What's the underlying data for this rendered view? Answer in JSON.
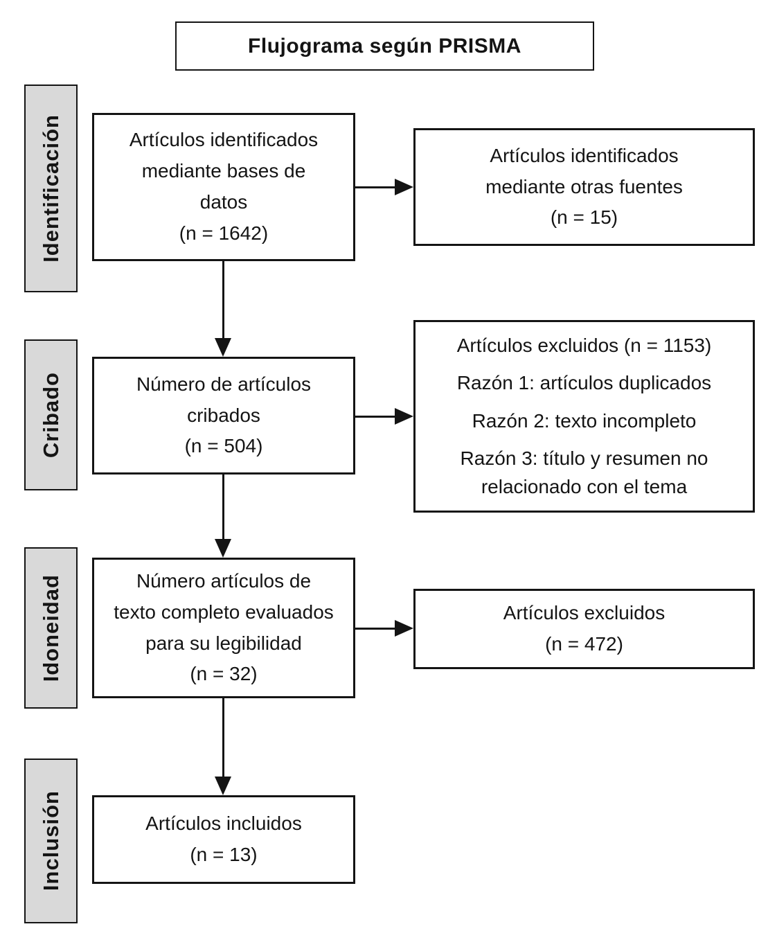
{
  "title": "Flujograma según PRISMA",
  "stages": {
    "identificacion": "Identificación",
    "cribado": "Cribado",
    "idoneidad": "Idoneidad",
    "inclusion": "Inclusión"
  },
  "boxes": {
    "identified_databases": {
      "lines": [
        "Artículos identificados",
        "mediante bases de",
        "datos",
        "(n = 1642)"
      ]
    },
    "identified_other_sources": {
      "lines": [
        "Artículos identificados",
        "mediante otras fuentes",
        "(n = 15)"
      ]
    },
    "screened": {
      "lines": [
        "Número de artículos",
        "cribados",
        "(n = 504)"
      ]
    },
    "excluded_screening": {
      "lines": [
        "Artículos excluidos (n = 1153)",
        "Razón 1: artículos duplicados",
        "Razón 2: texto incompleto",
        "Razón 3: título y resumen no relacionado con el tema"
      ]
    },
    "fulltext_assessed": {
      "lines": [
        "Número artículos de",
        "texto completo evaluados",
        "para su legibilidad",
        "(n = 32)"
      ]
    },
    "excluded_fulltext": {
      "lines": [
        "Artículos excluidos",
        "(n = 472)"
      ]
    },
    "included": {
      "lines": [
        "Artículos incluidos",
        "(n = 13)"
      ]
    }
  },
  "colors": {
    "background": "#ffffff",
    "border": "#141414",
    "text": "#141414",
    "stage_fill": "#d9d9d9",
    "arrow": "#141414"
  }
}
